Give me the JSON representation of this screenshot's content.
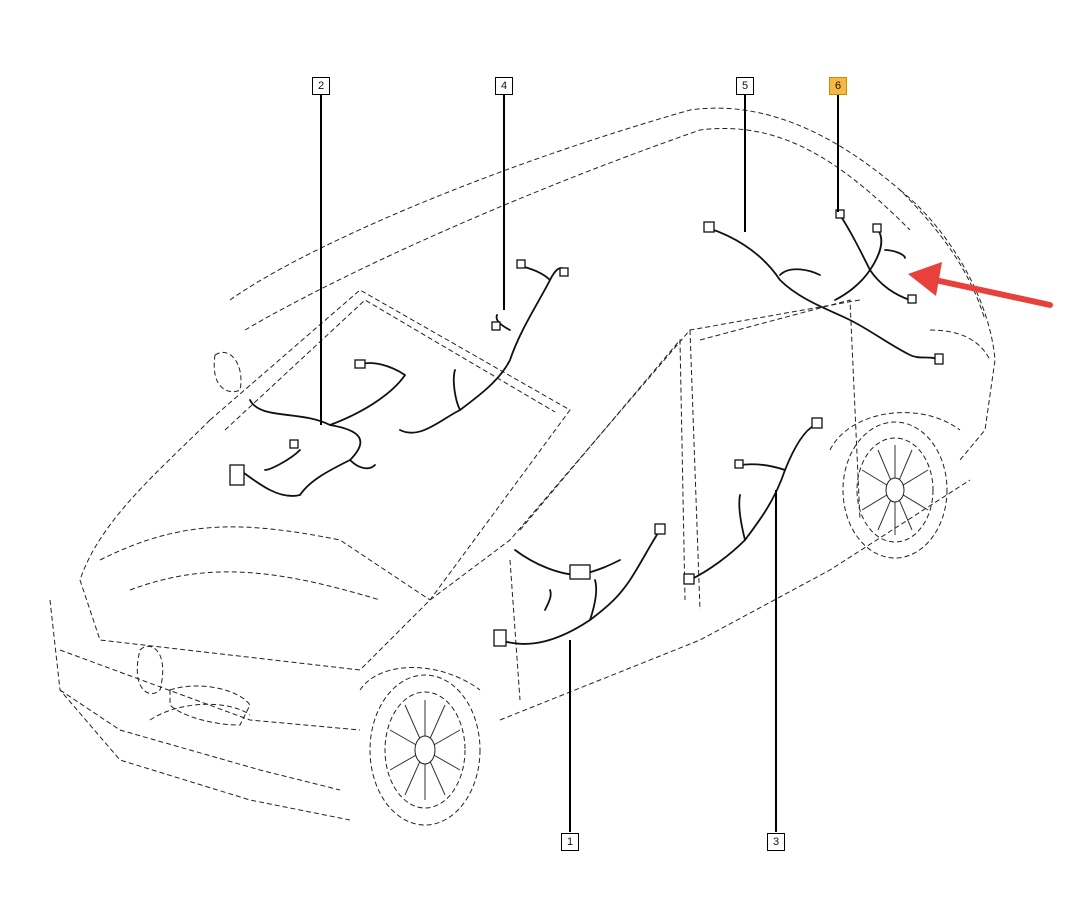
{
  "callouts": [
    {
      "id": "c1",
      "label": "1"
    },
    {
      "id": "c2",
      "label": "2"
    },
    {
      "id": "c3",
      "label": "3"
    },
    {
      "id": "c4",
      "label": "4"
    },
    {
      "id": "c5",
      "label": "5"
    },
    {
      "id": "c6",
      "label": "6",
      "highlighted": true
    }
  ],
  "colors": {
    "highlight": "#f5b942",
    "arrow": "#e8413c",
    "line": "#111111"
  },
  "icons": {
    "pointer": "red-arrow-icon"
  }
}
